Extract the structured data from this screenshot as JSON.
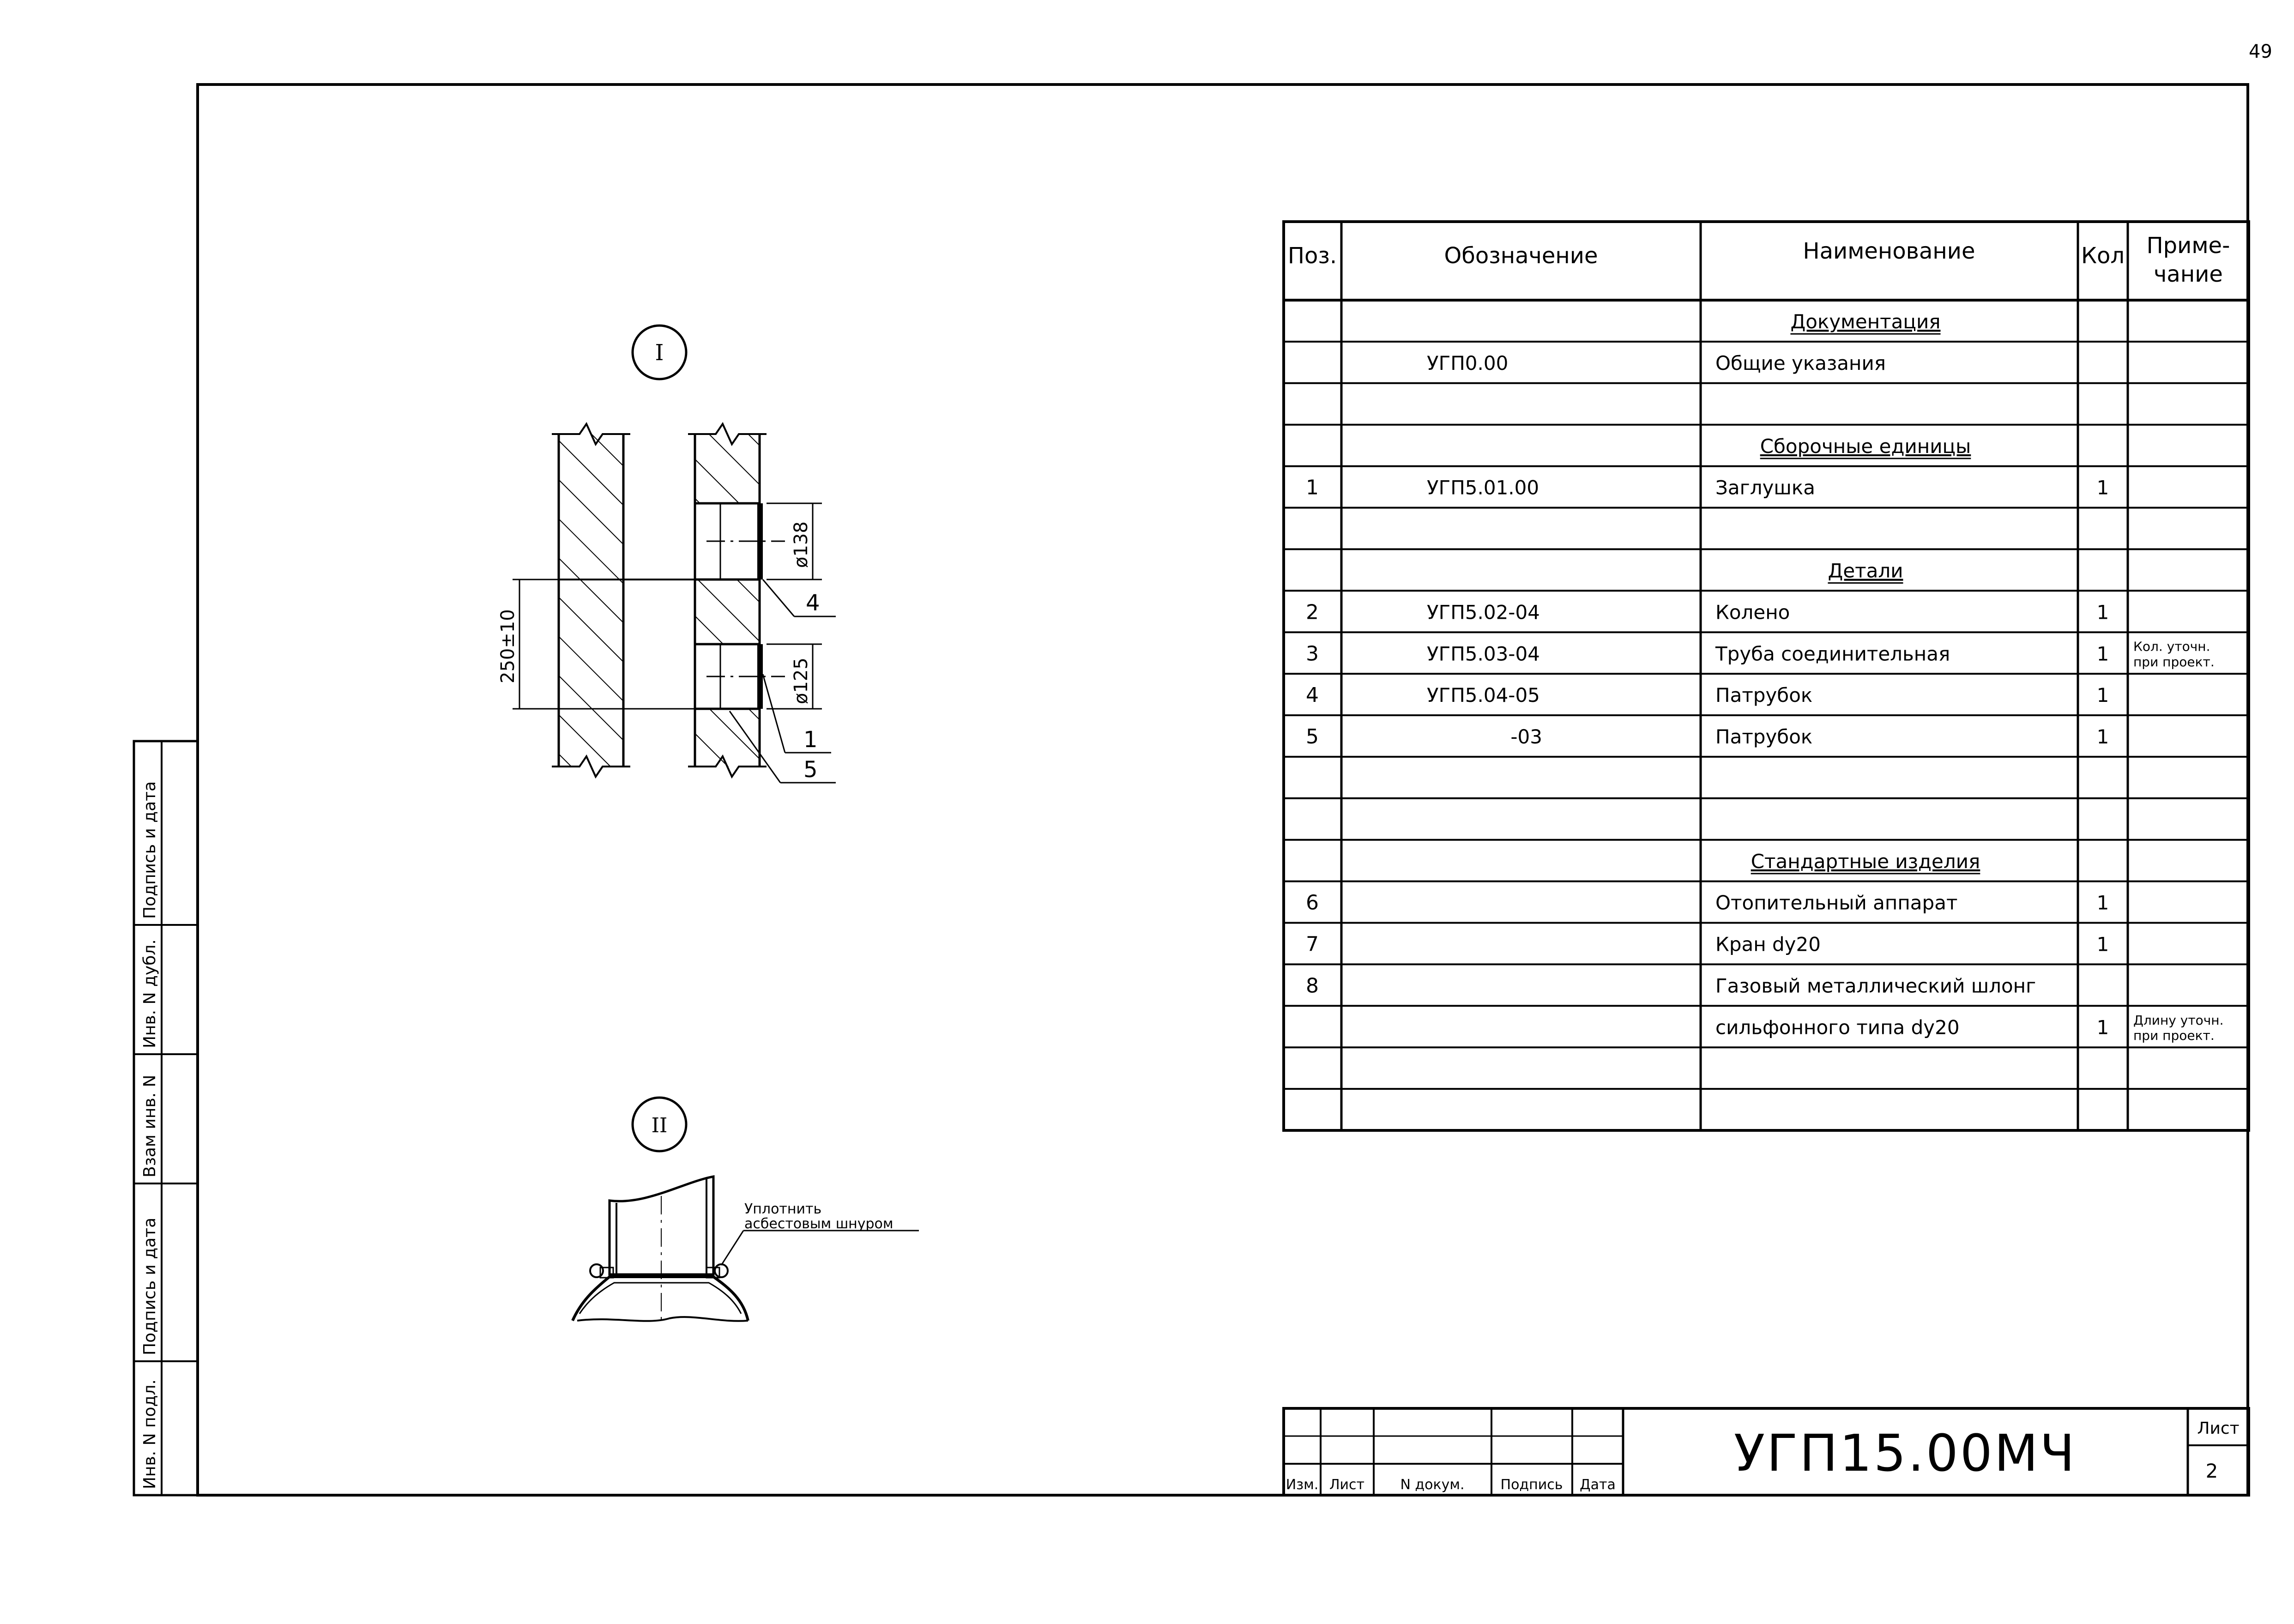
{
  "page_number": "49",
  "spec_table": {
    "headers": {
      "pos": "Поз.",
      "designation": "Обозначение",
      "name": "Наименование",
      "qty": "Кол",
      "note_line1": "Приме-",
      "note_line2": "чание"
    },
    "rows": [
      {
        "pos": "",
        "designation": "",
        "name": "Документация",
        "qty": "",
        "note1": "",
        "note2": ""
      },
      {
        "pos": "",
        "designation": "УГП0.00",
        "name": "Общие указания",
        "qty": "",
        "note1": "",
        "note2": ""
      },
      {
        "pos": "",
        "designation": "",
        "name": "",
        "qty": "",
        "note1": "",
        "note2": ""
      },
      {
        "pos": "",
        "designation": "",
        "name": "Сборочные единицы",
        "qty": "",
        "note1": "",
        "note2": ""
      },
      {
        "pos": "1",
        "designation": "УГП5.01.00",
        "name": "Заглушка",
        "qty": "1",
        "note1": "",
        "note2": ""
      },
      {
        "pos": "",
        "designation": "",
        "name": "",
        "qty": "",
        "note1": "",
        "note2": ""
      },
      {
        "pos": "",
        "designation": "",
        "name": "Детали",
        "qty": "",
        "note1": "",
        "note2": ""
      },
      {
        "pos": "2",
        "designation": "УГП5.02-04",
        "name": "Колено",
        "qty": "1",
        "note1": "",
        "note2": ""
      },
      {
        "pos": "3",
        "designation": "УГП5.03-04",
        "name": "Труба соединительная",
        "qty": "1",
        "note1": "Кол. уточн.",
        "note2": "при проект."
      },
      {
        "pos": "4",
        "designation": "УГП5.04-05",
        "name": "Патрубок",
        "qty": "1",
        "note1": "",
        "note2": ""
      },
      {
        "pos": "5",
        "designation": "-03",
        "name": "Патрубок",
        "qty": "1",
        "note1": "",
        "note2": ""
      },
      {
        "pos": "",
        "designation": "",
        "name": "",
        "qty": "",
        "note1": "",
        "note2": ""
      },
      {
        "pos": "",
        "designation": "",
        "name": "",
        "qty": "",
        "note1": "",
        "note2": ""
      },
      {
        "pos": "",
        "designation": "",
        "name": "Стандартные изделия",
        "qty": "",
        "note1": "",
        "note2": ""
      },
      {
        "pos": "6",
        "designation": "",
        "name": "Отопительный аппарат",
        "qty": "1",
        "note1": "",
        "note2": ""
      },
      {
        "pos": "7",
        "designation": "",
        "name": "Кран dу20",
        "qty": "1",
        "note1": "",
        "note2": ""
      },
      {
        "pos": "8",
        "designation": "",
        "name": "Газовый металлический шлонг",
        "qty": "",
        "note1": "",
        "note2": ""
      },
      {
        "pos": "",
        "designation": "",
        "name": "сильфонного типа dу20",
        "qty": "1",
        "note1": "Длину уточн.",
        "note2": "при проект."
      },
      {
        "pos": "",
        "designation": "",
        "name": "",
        "qty": "",
        "note1": "",
        "note2": ""
      },
      {
        "pos": "",
        "designation": "",
        "name": "",
        "qty": "",
        "note1": "",
        "note2": ""
      }
    ]
  },
  "detail_1": {
    "marker": "I",
    "dim_vertical": "250±10",
    "dim_upper_dia": "ø138",
    "dim_lower_dia": "ø125",
    "callouts": [
      "4",
      "1",
      "5"
    ]
  },
  "detail_2": {
    "marker": "II",
    "note_line1": "Уплотнить",
    "note_line2": "асбестовым шнуром"
  },
  "side_stamp": {
    "labels": [
      "Подпись и дата",
      "Инв. N дубл.",
      "Взам инв. N",
      "Подпись и дата",
      "Инв. N подл."
    ]
  },
  "title_block": {
    "designation": "УГП15.00МЧ",
    "sheet_label": "Лист",
    "sheet_number": "2",
    "col_labels": [
      "Изм.",
      "Лист",
      "N докум.",
      "Подпись",
      "Дата"
    ]
  }
}
